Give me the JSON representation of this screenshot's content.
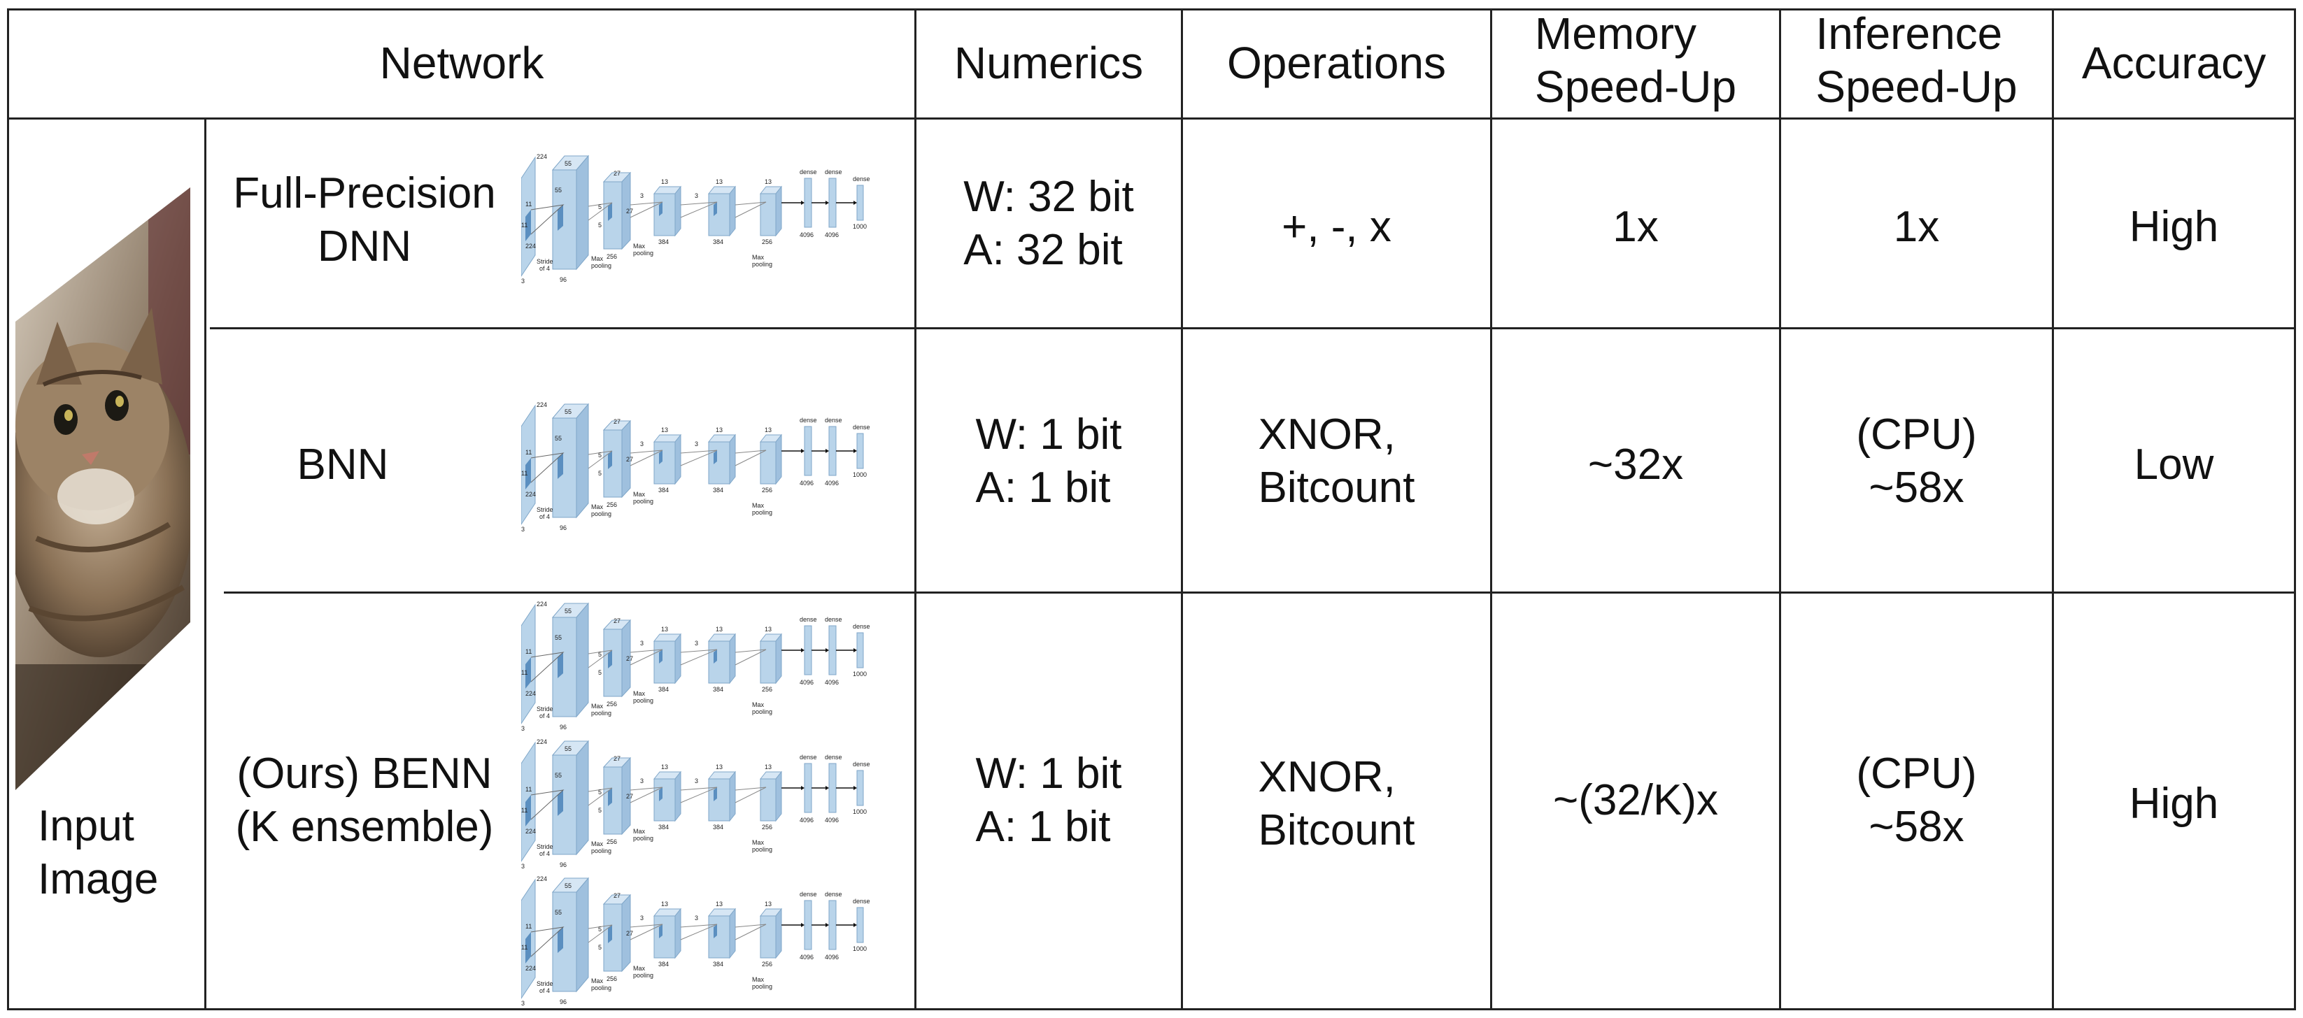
{
  "header": {
    "network": "Network",
    "numerics": "Numerics",
    "operations": "Operations",
    "memory": [
      "Memory",
      "Speed-Up"
    ],
    "inference": [
      "Inference",
      "Speed-Up"
    ],
    "accuracy": "Accuracy"
  },
  "input_label": [
    "Input",
    "Image"
  ],
  "diagram_labels": {
    "d224": "224",
    "d55": "55",
    "d11": "11",
    "d5": "5",
    "d27": "27",
    "d13": "13",
    "d3": "3",
    "c96": "96",
    "c256": "256",
    "c384": "384",
    "c4096": "4096",
    "c1000": "1000",
    "stride": [
      "Stride",
      "of 4"
    ],
    "maxpool": [
      "Max",
      "pooling"
    ],
    "dense": "dense"
  },
  "rows": [
    {
      "network": [
        "Full-Precision",
        "DNN"
      ],
      "numerics": [
        "W: 32 bit",
        "A: 32 bit"
      ],
      "operations": [
        "+, -, x"
      ],
      "memory": [
        "1x"
      ],
      "inference": [
        "1x"
      ],
      "accuracy": "High"
    },
    {
      "network": [
        "BNN"
      ],
      "numerics": [
        "W: 1 bit",
        "A: 1 bit"
      ],
      "operations": [
        "XNOR,",
        "Bitcount"
      ],
      "memory": [
        "~32x"
      ],
      "inference": [
        "(CPU)",
        "~58x"
      ],
      "accuracy": "Low"
    },
    {
      "network": [
        "(Ours) BENN",
        "(K ensemble)"
      ],
      "numerics": [
        "W: 1 bit",
        "A: 1 bit"
      ],
      "operations": [
        "XNOR,",
        "Bitcount"
      ],
      "memory": [
        "~(32/K)x"
      ],
      "inference": [
        "(CPU)",
        "~58x"
      ],
      "accuracy": "High"
    }
  ],
  "colors": {
    "block": "#b9d4ea",
    "block_top": "#d6e6f4",
    "block_dark": "#5b8fc0",
    "line": "#222222"
  }
}
